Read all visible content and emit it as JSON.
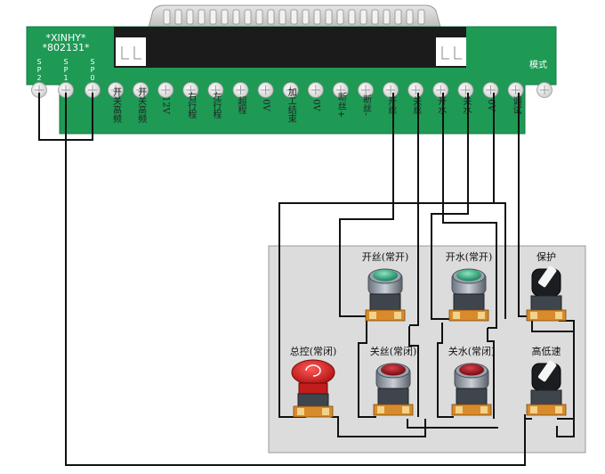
{
  "board": {
    "brand": "*XINHY*",
    "model": "*802131*",
    "mode_label": "模式",
    "sp_labels": [
      "SP2",
      "SP1",
      "SP0"
    ],
    "terminals": [
      "开关高频",
      "开关高频",
      "12V",
      "右行程",
      "左行程",
      "超程",
      "0V",
      "加工结束",
      "0V",
      "断丝+",
      "断丝-",
      "开丝",
      "关丝",
      "开水",
      "关水",
      "0V",
      "调试"
    ]
  },
  "panel": {
    "buttons": [
      {
        "label": "开丝(常开)",
        "kind": "green-button"
      },
      {
        "label": "开水(常开)",
        "kind": "green-button"
      },
      {
        "label": "保护",
        "kind": "selector-switch"
      },
      {
        "label": "总控(常闭)",
        "kind": "emergency-stop"
      },
      {
        "label": "关丝(常闭)",
        "kind": "red-button"
      },
      {
        "label": "关水(常闭)",
        "kind": "red-button"
      },
      {
        "label": "高低速",
        "kind": "selector-switch"
      }
    ]
  },
  "colors": {
    "board": "#1e9a55",
    "terminal": "#f4f4f4",
    "wire": "#111111",
    "panel": "#dcdcdc",
    "connector": "#cfcfcf"
  }
}
